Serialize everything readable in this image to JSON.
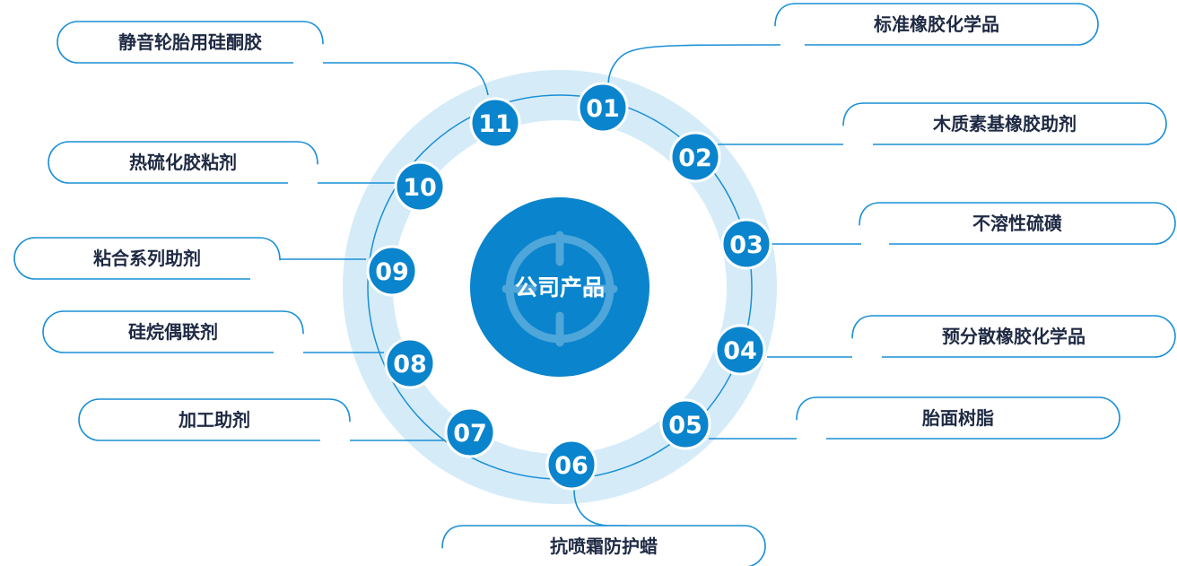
{
  "center": {
    "title": "公司产品"
  },
  "colors": {
    "ring": "#d5ecf8",
    "accent": "#0a84cc",
    "center": "#0a84cc",
    "line": "#1a8fd6",
    "label_text": "#1f2a44"
  },
  "nodes": [
    {
      "num": "01",
      "label": "标准橡胶化学品"
    },
    {
      "num": "02",
      "label": "木质素基橡胶助剂"
    },
    {
      "num": "03",
      "label": "不溶性硫磺"
    },
    {
      "num": "04",
      "label": "预分散橡胶化学品"
    },
    {
      "num": "05",
      "label": "胎面树脂"
    },
    {
      "num": "06",
      "label": "抗喷霜防护蜡"
    },
    {
      "num": "07",
      "label": "加工助剂"
    },
    {
      "num": "08",
      "label": "硅烷偶联剂"
    },
    {
      "num": "09",
      "label": "粘合系列助剂"
    },
    {
      "num": "10",
      "label": "热硫化胶粘剂"
    },
    {
      "num": "11",
      "label": "静音轮胎用硅酮胶"
    }
  ]
}
